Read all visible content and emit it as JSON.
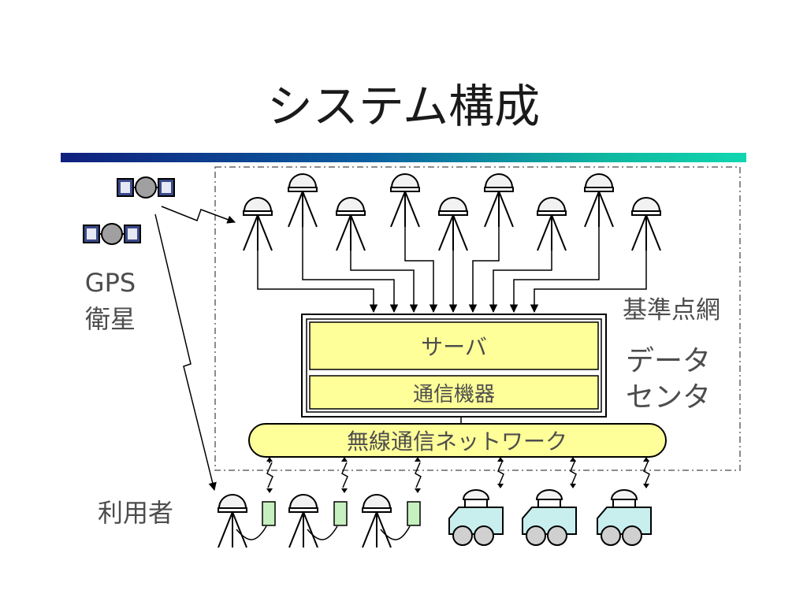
{
  "slide": {
    "title": "システム構成"
  },
  "labels": {
    "gps_line1": "GPS",
    "gps_line2": "衛星",
    "reference_network": "基準点網",
    "data_center_line1": "データ",
    "data_center_line2": "センタ",
    "users": "利用者"
  },
  "datacenter": {
    "server": "サーバ",
    "comm_equipment": "通信機器"
  },
  "network": {
    "label": "無線通信ネットワーク"
  },
  "colors": {
    "box_fill": "#ffff99",
    "network_fill": "#ffff99",
    "vehicle_fill": "#c8eeee",
    "device_fill": "#c6f0c0",
    "text_gray": "#4d4d4d"
  }
}
